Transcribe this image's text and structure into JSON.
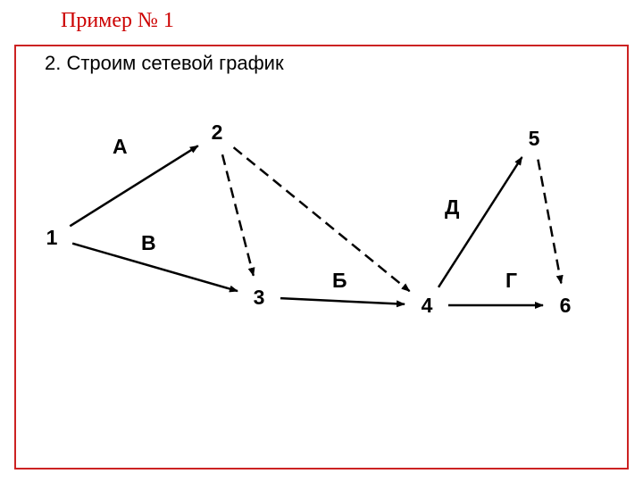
{
  "heading": "Пример № 1",
  "subtitle": "2. Строим сетевой график",
  "colors": {
    "accent": "#cc0000",
    "frame": "#cc2222",
    "ink": "#000000"
  },
  "nodes": [
    {
      "id": "1",
      "label": "1"
    },
    {
      "id": "2",
      "label": "2"
    },
    {
      "id": "3",
      "label": "3"
    },
    {
      "id": "4",
      "label": "4"
    },
    {
      "id": "5",
      "label": "5"
    },
    {
      "id": "6",
      "label": "6"
    }
  ],
  "edges": [
    {
      "from": "1",
      "to": "2",
      "label": "А",
      "style": "solid"
    },
    {
      "from": "1",
      "to": "3",
      "label": "В",
      "style": "solid"
    },
    {
      "from": "2",
      "to": "3",
      "label": "",
      "style": "dashed"
    },
    {
      "from": "2",
      "to": "4",
      "label": "",
      "style": "dashed"
    },
    {
      "from": "3",
      "to": "4",
      "label": "Б",
      "style": "solid"
    },
    {
      "from": "4",
      "to": "5",
      "label": "Д",
      "style": "solid"
    },
    {
      "from": "4",
      "to": "6",
      "label": "Г",
      "style": "solid"
    },
    {
      "from": "5",
      "to": "6",
      "label": "",
      "style": "dashed"
    }
  ]
}
